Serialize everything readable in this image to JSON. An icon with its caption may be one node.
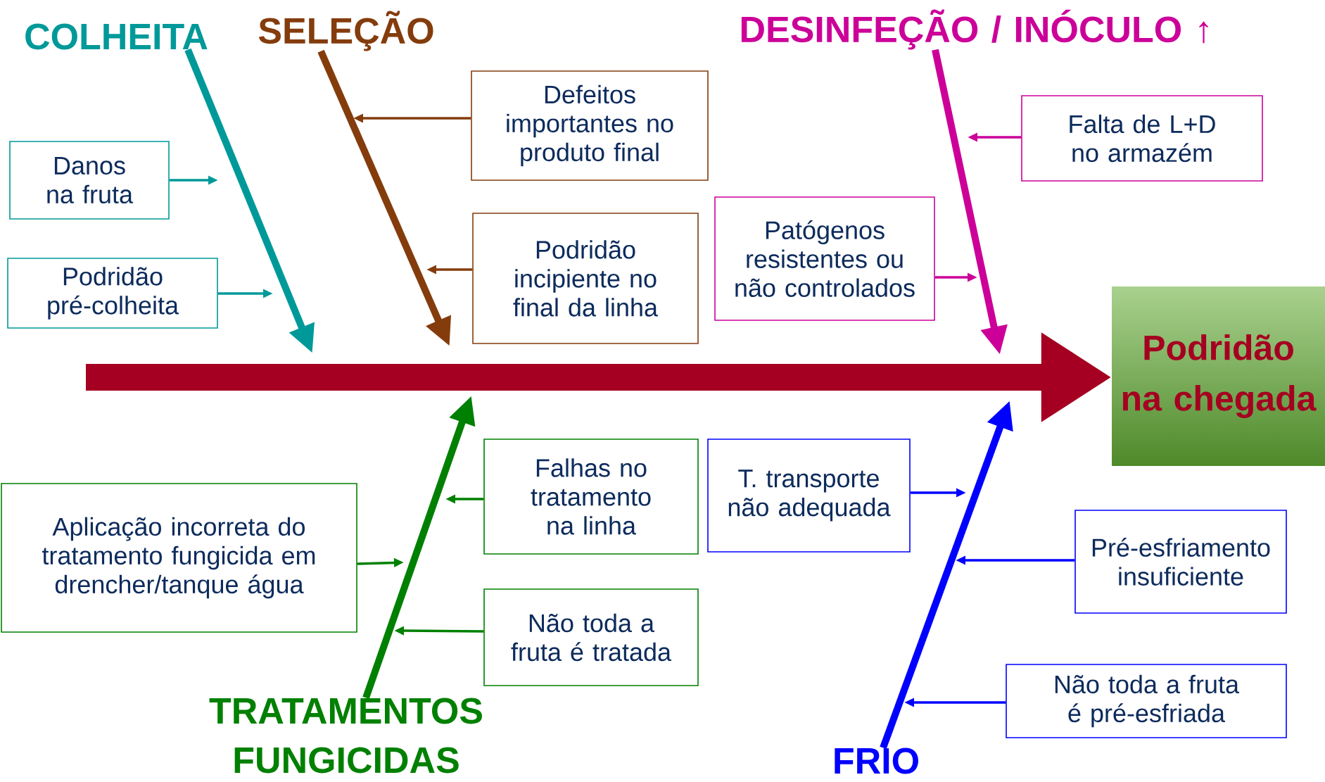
{
  "diagram": {
    "nodes": [
      {
        "text": [
          "COLHEITA"
        ]
      },
      {
        "text": [
          "SELEÇÃO"
        ]
      },
      {
        "text": [
          "DESINFEÇÃO / INÓCULO ↑"
        ]
      },
      {
        "text": [
          "Danos na fruta"
        ]
      },
      {
        "text": [
          "Defeitos importantes no produto final"
        ]
      },
      {
        "text": [
          "Falta de L+D no armazém"
        ]
      },
      {
        "text": [
          "Podridão pré-colheita"
        ]
      },
      {
        "text": [
          "Patógenos resistentes ou não controlados"
        ]
      },
      {
        "text": [
          "Podridão incipiente no final da linha"
        ]
      },
      {
        "text": [
          "Podridão na chegada"
        ]
      },
      {
        "text": [
          "Falhas no tratamento na linha"
        ]
      },
      {
        "text": [
          "T. transporte não adequada"
        ]
      },
      {
        "text": [
          "Aplicação incorreta do tratamento fungicida em drencher/tanque água"
        ]
      },
      {
        "text": [
          "Pré-esfriamento insuficiente"
        ]
      },
      {
        "text": [
          "Não toda a fruta é tratada"
        ]
      },
      {
        "text": [
          "Não toda a fruta é pré-esfriada"
        ]
      },
      {
        "text": [
          "TRATAMENTOS FUNGICIDAS"
        ]
      },
      {
        "text": [
          "FRIO"
        ]
      }
    ],
    "edges": [
      {
        "from": null,
        "to": 9,
        "arrow": "to",
        "style": "thick",
        "color": "#a50021"
      },
      {
        "from": 0,
        "to": null,
        "arrow": "to",
        "style": "thick",
        "color": "#009999"
      },
      {
        "from": 1,
        "to": null,
        "arrow": "to",
        "style": "thick",
        "color": "#843c0c"
      },
      {
        "from": 2,
        "to": null,
        "arrow": "to",
        "style": "thick",
        "color": "#cc0099"
      },
      {
        "from": 16,
        "to": null,
        "arrow": "to",
        "style": "thick",
        "color": "#008000"
      },
      {
        "from": 17,
        "to": null,
        "arrow": "to",
        "style": "thick",
        "color": "#0000ff"
      },
      {
        "from": 3,
        "to": null,
        "arrow": "to",
        "color": "#009999"
      },
      {
        "from": 6,
        "to": null,
        "arrow": "to",
        "color": "#009999"
      },
      {
        "from": 4,
        "to": null,
        "arrow": "to",
        "color": "#843c0c"
      },
      {
        "from": 8,
        "to": null,
        "arrow": "to",
        "color": "#843c0c"
      },
      {
        "from": 5,
        "to": null,
        "arrow": "to",
        "color": "#cc0099"
      },
      {
        "from": 7,
        "to": null,
        "arrow": "to",
        "color": "#cc0099"
      },
      {
        "from": 12,
        "to": null,
        "arrow": "to",
        "color": "#008000"
      },
      {
        "from": 10,
        "to": null,
        "arrow": "to",
        "color": "#008000"
      },
      {
        "from": 14,
        "to": null,
        "arrow": "to",
        "color": "#008000"
      },
      {
        "from": 11,
        "to": null,
        "arrow": "to",
        "color": "#0000ff"
      },
      {
        "from": 13,
        "to": null,
        "arrow": "to",
        "color": "#0000ff"
      },
      {
        "from": 15,
        "to": null,
        "arrow": "to",
        "color": "#0000ff"
      }
    ]
  }
}
